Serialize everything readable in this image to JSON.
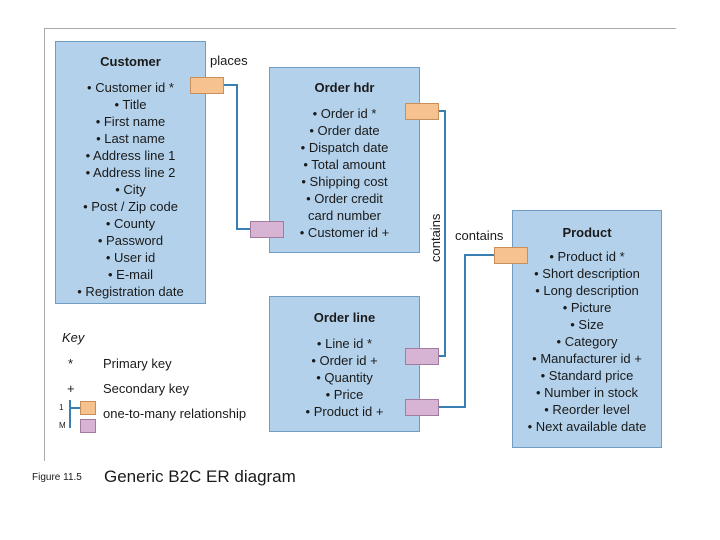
{
  "entities": {
    "customer": {
      "title": "Customer",
      "attributes": [
        "• Customer id *",
        "• Title",
        "• First name",
        "• Last name",
        "• Address line 1",
        "• Address line 2",
        "• City",
        "• Post / Zip code",
        "• County",
        "• Password",
        "• User id",
        "• E-mail",
        "• Registration date"
      ]
    },
    "order_hdr": {
      "title": "Order hdr",
      "attributes": [
        "• Order id *",
        "• Order date",
        "• Dispatch date",
        "• Total amount",
        "• Shipping cost",
        "• Order credit",
        "card number",
        "• Customer id +"
      ]
    },
    "order_line": {
      "title": "Order line",
      "attributes": [
        "• Line id *",
        "• Order id +",
        "• Quantity",
        "• Price",
        "• Product id +"
      ]
    },
    "product": {
      "title": "Product",
      "attributes": [
        "• Product id *",
        "• Short description",
        "• Long description",
        "• Picture",
        "• Size",
        "• Category",
        "• Manufacturer id +",
        "• Standard price",
        "• Number in stock",
        "• Reorder level",
        "• Next available date"
      ]
    }
  },
  "relationships": {
    "places": "places",
    "contains_vertical": "contains",
    "contains": "contains"
  },
  "key": {
    "title": "Key",
    "primary_symbol": "*",
    "primary_label": "Primary key",
    "secondary_symbol": "+",
    "secondary_label": "Secondary key",
    "one_label": "1",
    "many_label": "M",
    "relationship_label": "one-to-many relationship"
  },
  "caption": {
    "number": "Figure 11.5",
    "text": "Generic B2C ER diagram"
  },
  "colors": {
    "entity_fill": "#b3d1ea",
    "one_end": "#f6c290",
    "many_end": "#d8b4d4",
    "line": "#3a7fb4"
  }
}
